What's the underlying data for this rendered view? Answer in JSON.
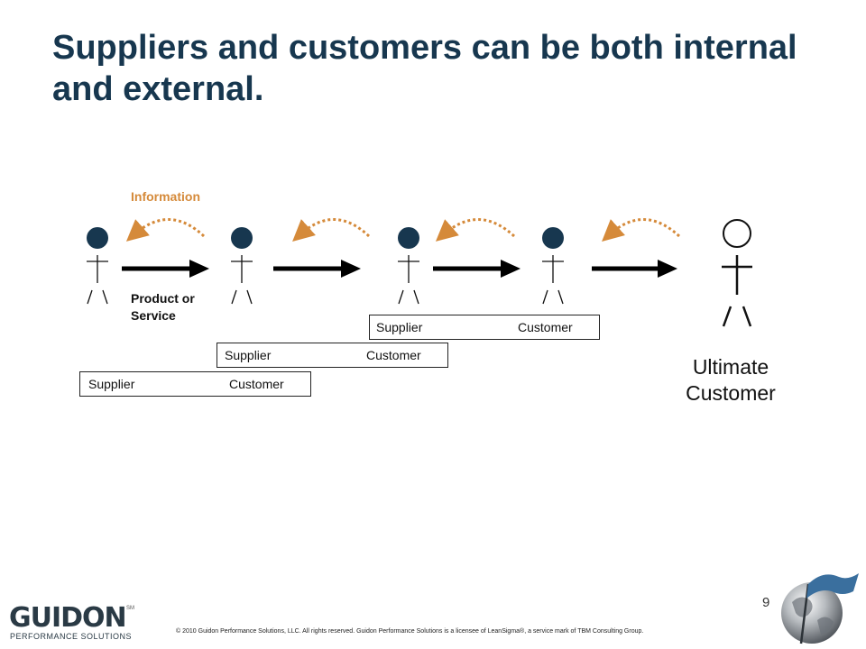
{
  "title": "Suppliers and customers can be both internal and external.",
  "diagram": {
    "information_label": "Information",
    "product_label": "Product or Service",
    "pairs": [
      {
        "supplier": "Supplier",
        "customer": "Customer"
      },
      {
        "supplier": "Supplier",
        "customer": "Customer"
      },
      {
        "supplier": "Supplier",
        "customer": "Customer"
      }
    ],
    "ultimate_customer_label": "Ultimate Customer"
  },
  "footer": {
    "page_number": "9",
    "copyright": "© 2010 Guidon Performance Solutions, LLC. All rights reserved. Guidon Performance Solutions is a licensee of LeanSigma®, a service mark of TBM Consulting Group.",
    "logo_word": "GUIDON",
    "logo_sub": "PERFORMANCE SOLUTIONS",
    "logo_tm": "SM"
  },
  "colors": {
    "title": "#17374f",
    "figure_head": "#17374f",
    "information_arc": "#d58a3a",
    "flow_arrow": "#000000",
    "flag": "#3a6f9e"
  },
  "icons": [
    "person-figure-icon",
    "ultimate-customer-figure-icon",
    "globe-flag-icon"
  ]
}
